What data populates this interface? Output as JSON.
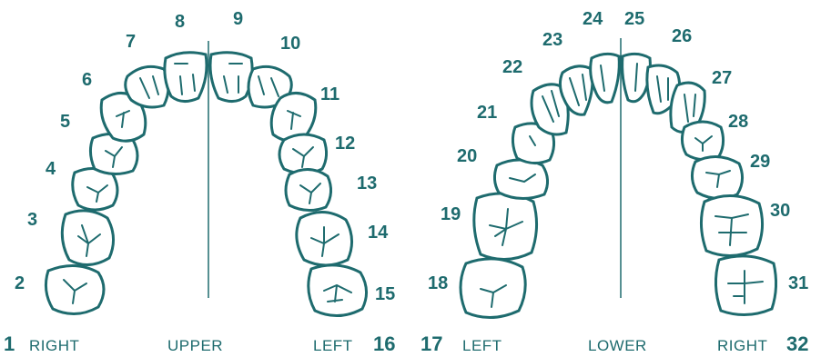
{
  "colors": {
    "ink": "#1e6b6e",
    "background": "#ffffff"
  },
  "upper": {
    "label_center": "UPPER",
    "label_left": "RIGHT",
    "label_right": "LEFT",
    "end_left_number": "1",
    "end_right_number": "16",
    "teeth": [
      "2",
      "3",
      "4",
      "5",
      "6",
      "7",
      "8",
      "9",
      "10",
      "11",
      "12",
      "13",
      "14",
      "15"
    ]
  },
  "lower": {
    "label_center": "LOWER",
    "label_left": "LEFT",
    "label_right": "RIGHT",
    "end_left_number": "17",
    "end_right_number": "32",
    "teeth": [
      "18",
      "19",
      "20",
      "21",
      "22",
      "23",
      "24",
      "25",
      "26",
      "27",
      "28",
      "29",
      "30",
      "31"
    ]
  }
}
